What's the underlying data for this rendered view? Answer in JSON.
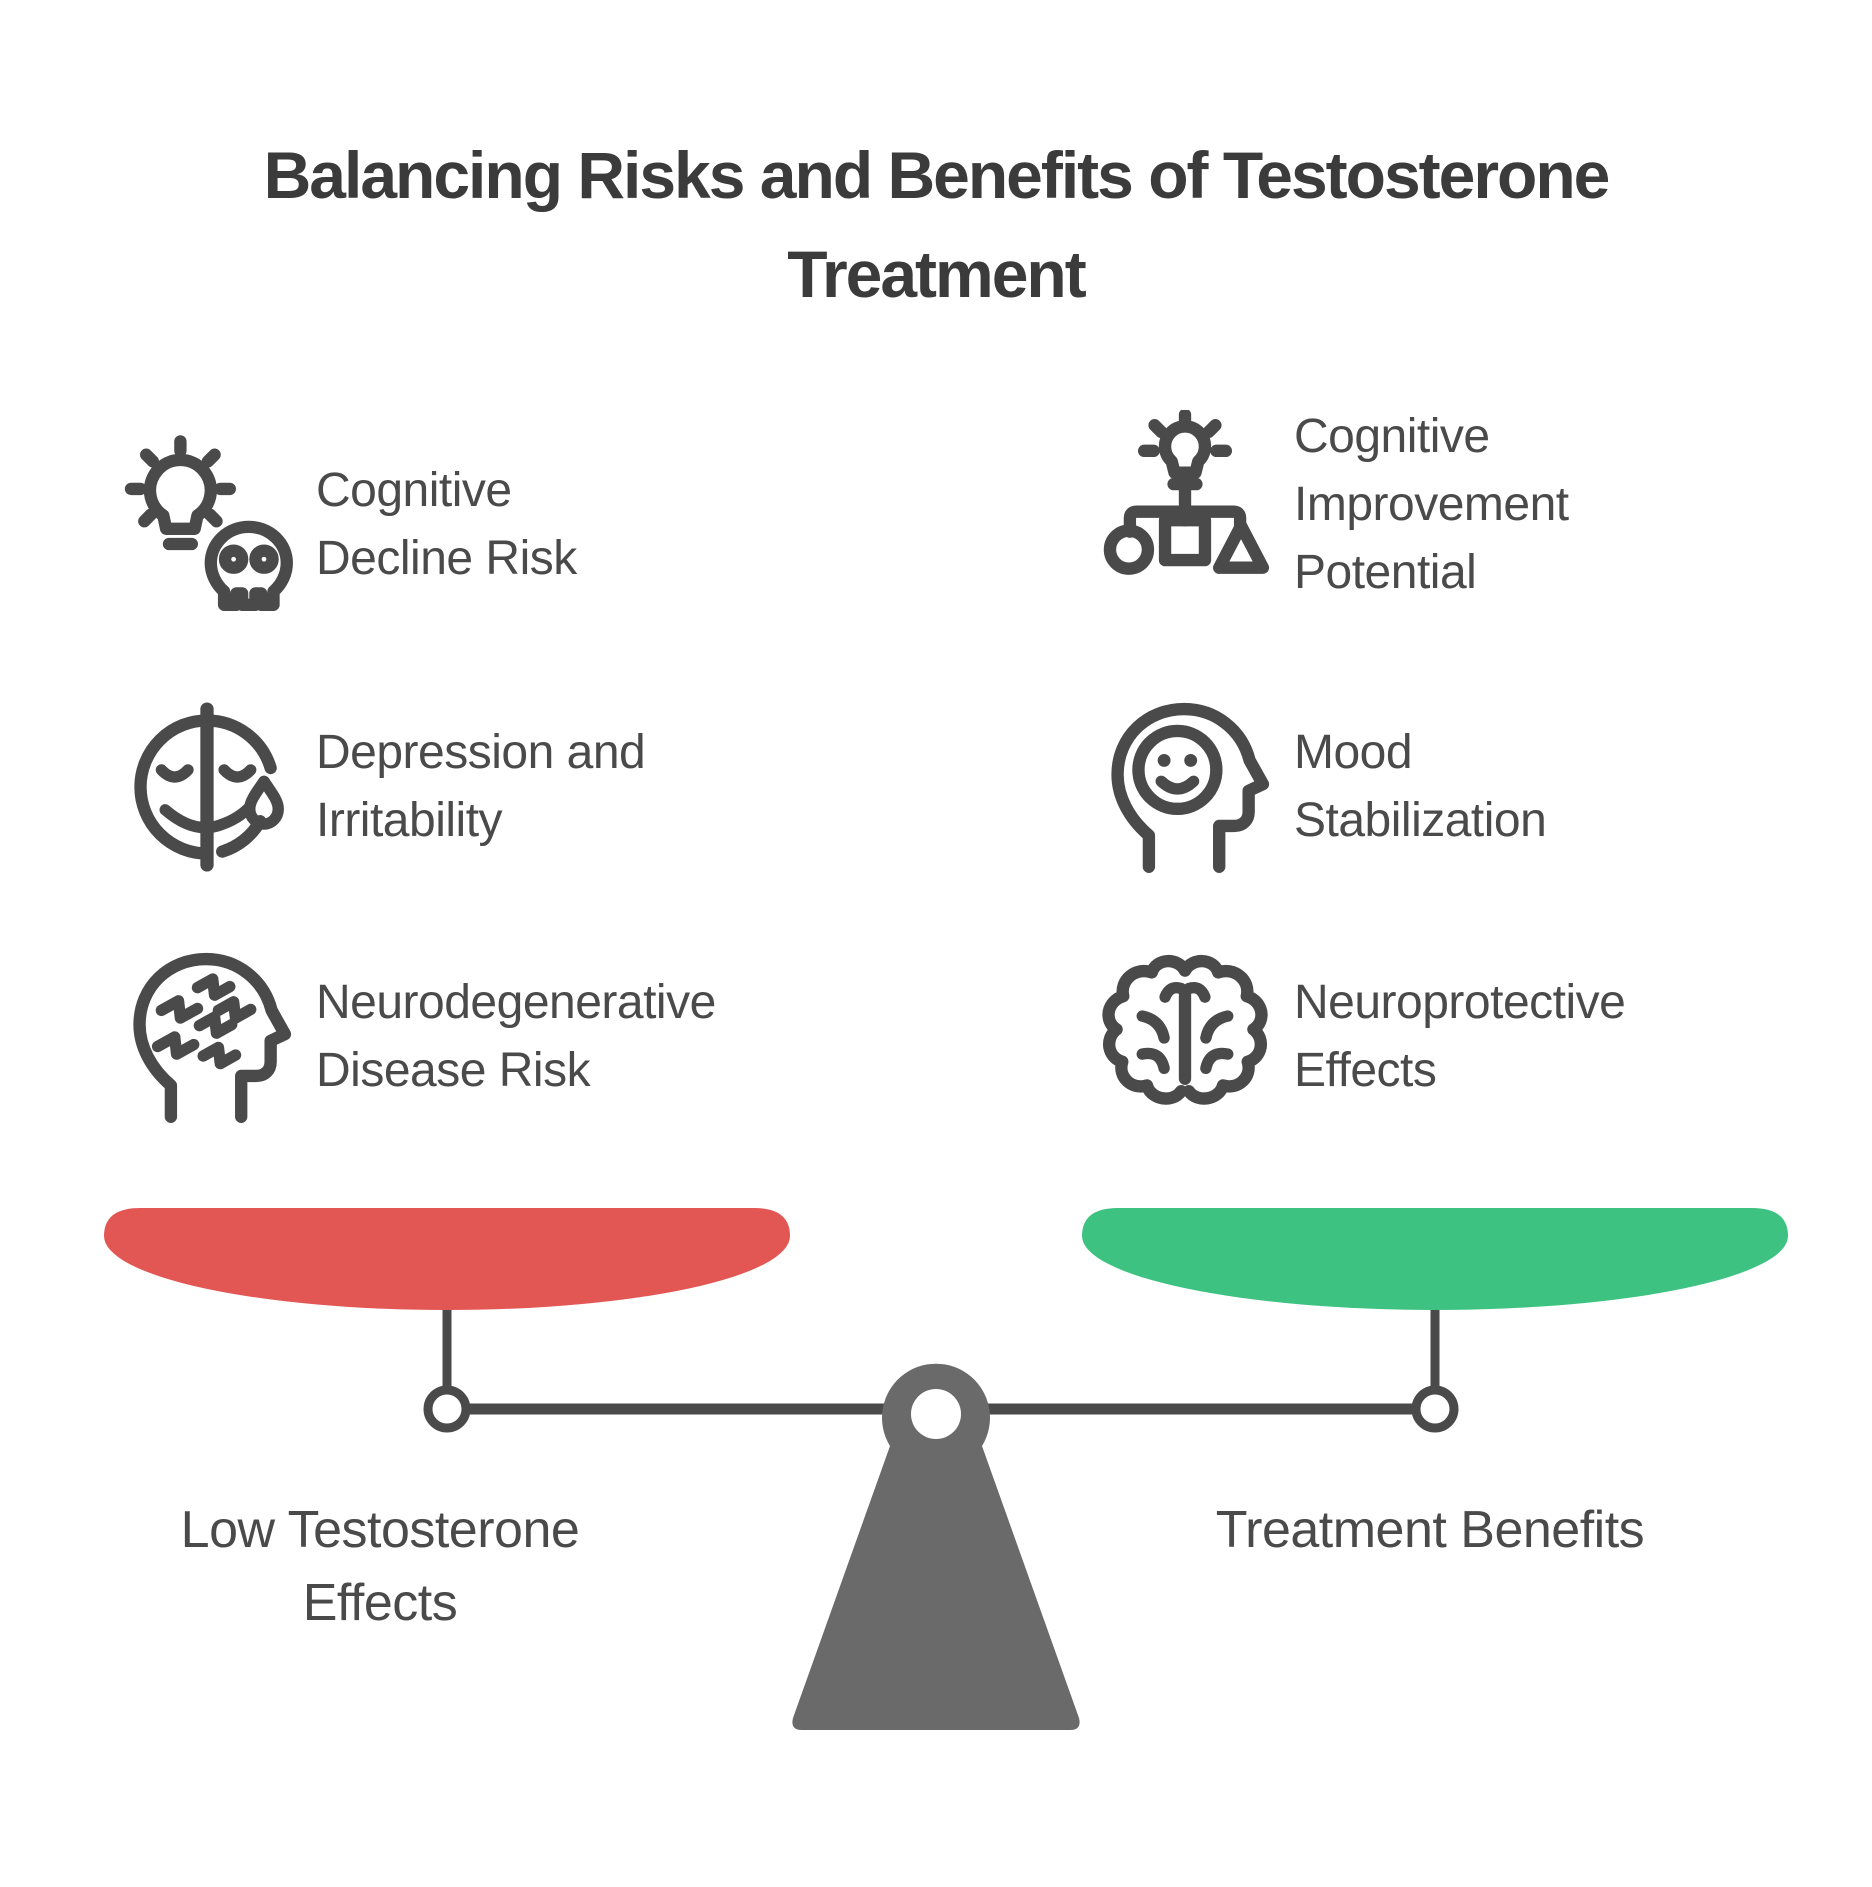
{
  "title": "Balancing Risks and Benefits of Testosterone\nTreatment",
  "left_column": {
    "items": [
      {
        "icon": "lightbulb-skull-icon",
        "label": "Cognitive\nDecline Risk"
      },
      {
        "icon": "split-face-tear-icon",
        "label": "Depression and\nIrritability"
      },
      {
        "icon": "head-zigzag-icon",
        "label": "Neurodegenerative\nDisease Risk"
      }
    ]
  },
  "right_column": {
    "items": [
      {
        "icon": "lightbulb-shapes-icon",
        "label": "Cognitive\nImprovement\nPotential"
      },
      {
        "icon": "head-smiley-icon",
        "label": "Mood\nStabilization"
      },
      {
        "icon": "brain-icon",
        "label": "Neuroprotective\nEffects"
      }
    ]
  },
  "scale": {
    "left_pan_label": "Low Testosterone\nEffects",
    "right_pan_label": "Treatment Benefits",
    "left_pan_color": "#E25754",
    "right_pan_color": "#3DC282",
    "fulcrum_color": "#6A6A6A",
    "line_color": "#4A4A4A"
  },
  "colors": {
    "title": "#3B3B3B",
    "text": "#4A4A4A",
    "background": "#FFFFFF"
  }
}
